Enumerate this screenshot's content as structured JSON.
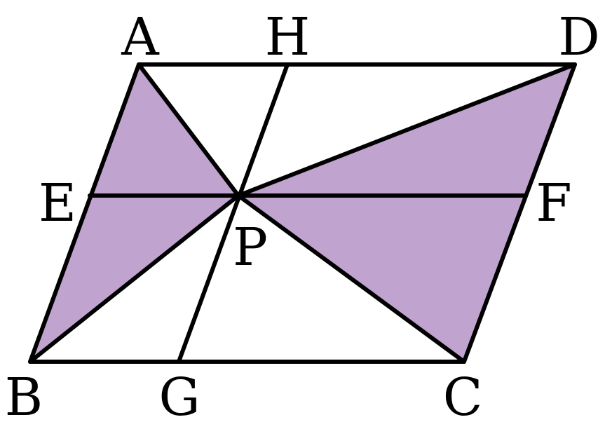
{
  "figure": {
    "shaded_color": "#c0a4cf",
    "line_color": "#000000",
    "background": "#ffffff",
    "points": {
      "A": "A",
      "H": "H",
      "D": "D",
      "E": "E",
      "F": "F",
      "P": "P",
      "B": "B",
      "G": "G",
      "C": "C"
    },
    "shaded_triangles": [
      [
        "A",
        "B",
        "P"
      ],
      [
        "P",
        "C",
        "D"
      ]
    ],
    "segments": [
      [
        "A",
        "D"
      ],
      [
        "D",
        "C"
      ],
      [
        "C",
        "B"
      ],
      [
        "B",
        "A"
      ],
      [
        "E",
        "F"
      ],
      [
        "H",
        "G"
      ],
      [
        "A",
        "P"
      ],
      [
        "B",
        "P"
      ],
      [
        "C",
        "P"
      ],
      [
        "D",
        "P"
      ]
    ]
  }
}
